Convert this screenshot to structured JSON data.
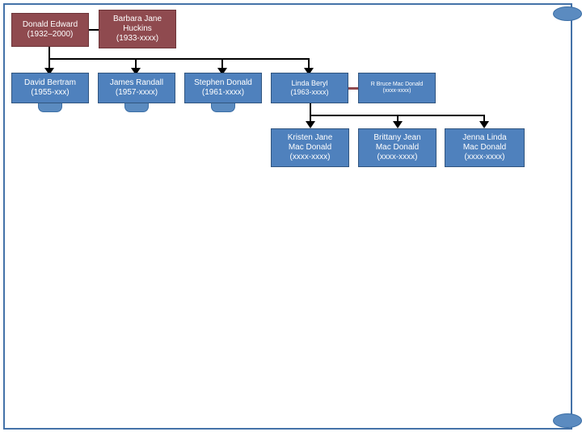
{
  "slide": {
    "background_color": "#ffffff",
    "border_color": "#4472a8",
    "accent_color": "#4f81bd",
    "spouse_color": "#8f4a4f"
  },
  "decor": {
    "top_ellipse": "ellipse-shape",
    "bottom_ellipse": "ellipse-shape"
  },
  "nodes": {
    "gen1": [
      {
        "name": "Donald Edward",
        "dates": "(1932–2000)"
      },
      {
        "name_line1": "Barbara Jane",
        "name_line2": "Huckins",
        "dates": "(1933-xxxx)"
      }
    ],
    "gen2": [
      {
        "name": "David Bertram",
        "dates": "(1955-xxx)"
      },
      {
        "name": "James Randall",
        "dates": "(1957-xxxx)"
      },
      {
        "name": "Stephen Donald",
        "dates": "(1961-xxxx)"
      },
      {
        "name": "Linda Beryl",
        "dates": "(1963-xxxx)"
      },
      {
        "name": "R Bruce Mac Donald",
        "dates": "(xxxx-xxxx)"
      }
    ],
    "gen3": [
      {
        "name_line1": "Kristen Jane",
        "name_line2": "Mac Donald",
        "dates": "(xxxx-xxxx)"
      },
      {
        "name_line1": "Brittany Jean",
        "name_line2": "Mac Donald",
        "dates": "(xxxx-xxxx)"
      },
      {
        "name_line1": "Jenna Linda",
        "name_line2": "Mac Donald",
        "dates": "(xxxx-xxxx)"
      }
    ]
  }
}
